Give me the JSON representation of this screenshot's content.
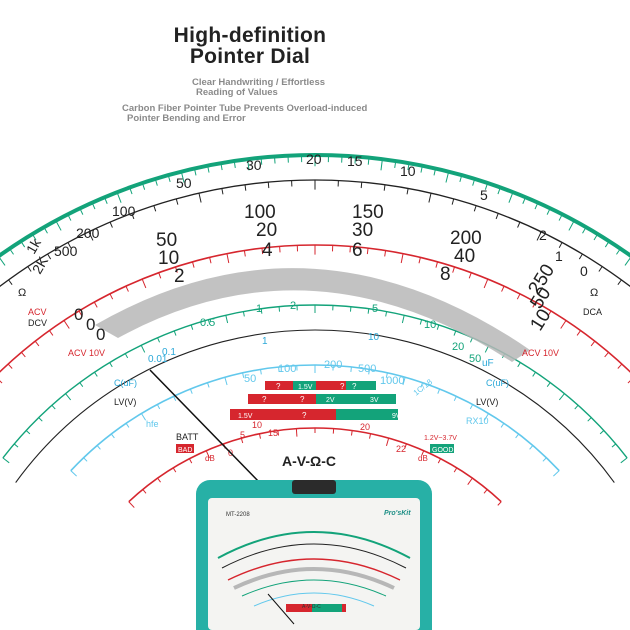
{
  "header": {
    "title_line1": "High-definition",
    "title_line2": "Pointer Dial",
    "sub1_line1": "Clear Handwriting / Effortless",
    "sub1_line2": "Reading of Values",
    "sub2_line1": "Carbon Fiber Pointer Tube Prevents Overload-induced",
    "sub2_line2": "Pointer Bending and Error"
  },
  "dial": {
    "caption": "A-V-Ω-C",
    "ohm_scale": [
      "30",
      "20",
      "15",
      "10",
      "50",
      "5",
      "100",
      "2",
      "200",
      "1",
      "500",
      "0",
      "1k",
      "2K"
    ],
    "v_scale_top": [
      "100",
      "150",
      "200",
      "250"
    ],
    "v_scale_mid": [
      "50",
      "20",
      "30",
      "40",
      "50"
    ],
    "v_scale_low": [
      "10",
      "2",
      "4",
      "6",
      "8",
      "10"
    ],
    "acv_scale": [
      "0.5",
      "1",
      "2",
      "5",
      "10",
      "20",
      "50"
    ],
    "cap_scale": [
      "0.01",
      "0.1",
      "1",
      "10",
      "uF"
    ],
    "hfe_scale": [
      "50",
      "100",
      "200",
      "500",
      "1000"
    ],
    "db_scale": [
      "0",
      "5",
      "10",
      "15",
      "20",
      "22"
    ],
    "left_labels": {
      "ohm": "Ω",
      "acv": "ACV",
      "dcv": "DCV",
      "acv10": "ACV 10V",
      "cuf": "C(uF)",
      "lvv": "LV(V)",
      "hfe": "hfe",
      "batt": "BATT",
      "bad": "BAD",
      "db": "dB"
    },
    "right_labels": {
      "ohm": "Ω",
      "dca": "DCA",
      "acv10": "ACV 10V",
      "cuf": "C(uF)",
      "lvv": "LV(V)",
      "rx10": "RX10",
      "batt_range": "1.2V~3.7V",
      "good": "GOOD",
      "db": "dB",
      "arc_label": "1C/18"
    },
    "battery_blocks": {
      "row1": [
        "?",
        "1.5V",
        "?",
        "?"
      ],
      "row2": [
        "?",
        "?",
        "2V",
        "3V"
      ],
      "row3": [
        "1.5V",
        "?",
        "9V"
      ]
    }
  },
  "device": {
    "model": "MT-2208",
    "brand": "Pro'sKit",
    "front_label": "A-V-Ω-C"
  },
  "colors": {
    "green": "#13a37a",
    "red": "#d6262e",
    "cyan": "#62c8ec",
    "body_teal": "#27b0a6"
  }
}
